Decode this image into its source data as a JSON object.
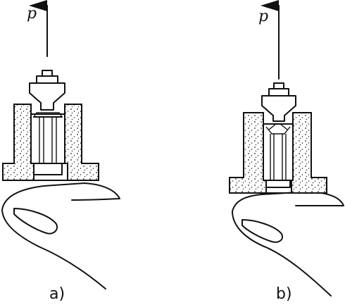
{
  "panels": [
    {
      "id": "a",
      "caption": "a)",
      "force_label": "p"
    },
    {
      "id": "b",
      "caption": "b)",
      "force_label": "p"
    }
  ]
}
